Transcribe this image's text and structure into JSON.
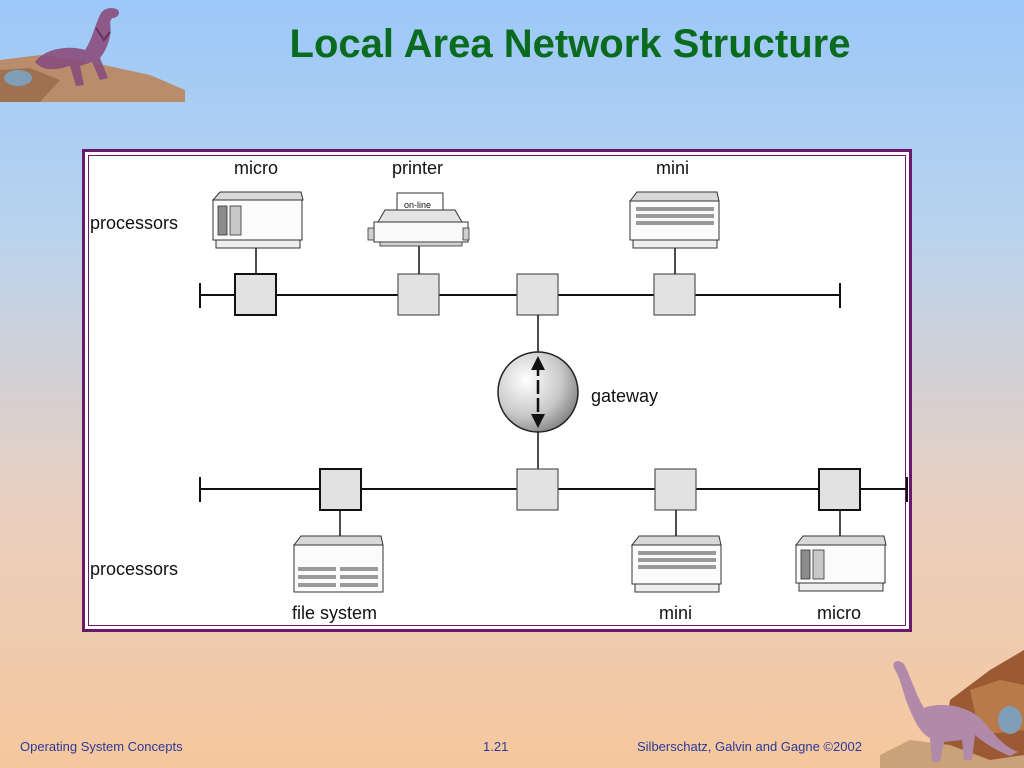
{
  "slide": {
    "title": "Local Area Network Structure",
    "footer_left": "Operating System Concepts",
    "footer_center": "1.21",
    "footer_right": "Silberschatz, Galvin and  Gagne ©2002"
  },
  "diagram": {
    "top_row_label": "processors",
    "bottom_row_label": "processors",
    "top_devices": [
      "micro",
      "printer",
      "mini"
    ],
    "printer_status": "on-line",
    "gateway_label": "gateway",
    "bottom_devices": [
      "file system",
      "mini",
      "micro"
    ]
  },
  "colors": {
    "title": "#0a6a1e",
    "frame_border": "#6a1a6a",
    "footer_text": "#2a3a9a"
  }
}
